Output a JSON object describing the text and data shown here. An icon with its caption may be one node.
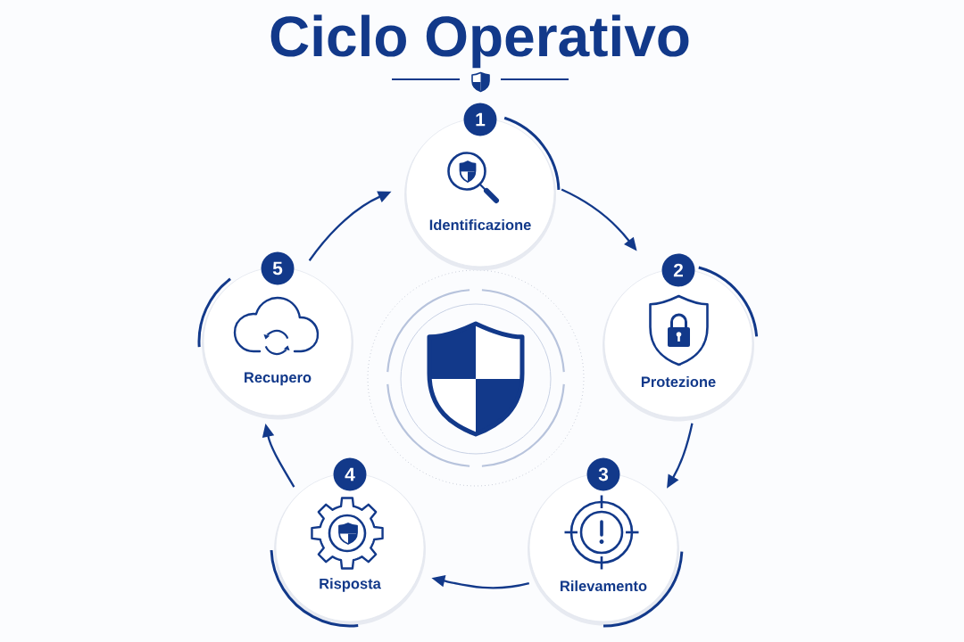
{
  "diagram": {
    "title": "Ciclo Operativo",
    "nodes": [
      {
        "text": [
          "1",
          "Identificazione"
        ]
      },
      {
        "text": [
          "2",
          "Protezione"
        ]
      },
      {
        "text": [
          "3",
          "Rilevamento"
        ]
      },
      {
        "text": [
          "4",
          "Risposta"
        ]
      },
      {
        "text": [
          "5",
          "Recupero"
        ]
      }
    ],
    "edges": [
      {
        "from": 0,
        "to": 1,
        "arrow": "to"
      },
      {
        "from": 1,
        "to": 2,
        "arrow": "to"
      },
      {
        "from": 2,
        "to": 3,
        "arrow": "to"
      },
      {
        "from": 3,
        "to": 4,
        "arrow": "to"
      },
      {
        "from": 4,
        "to": 0,
        "arrow": "to"
      }
    ]
  }
}
